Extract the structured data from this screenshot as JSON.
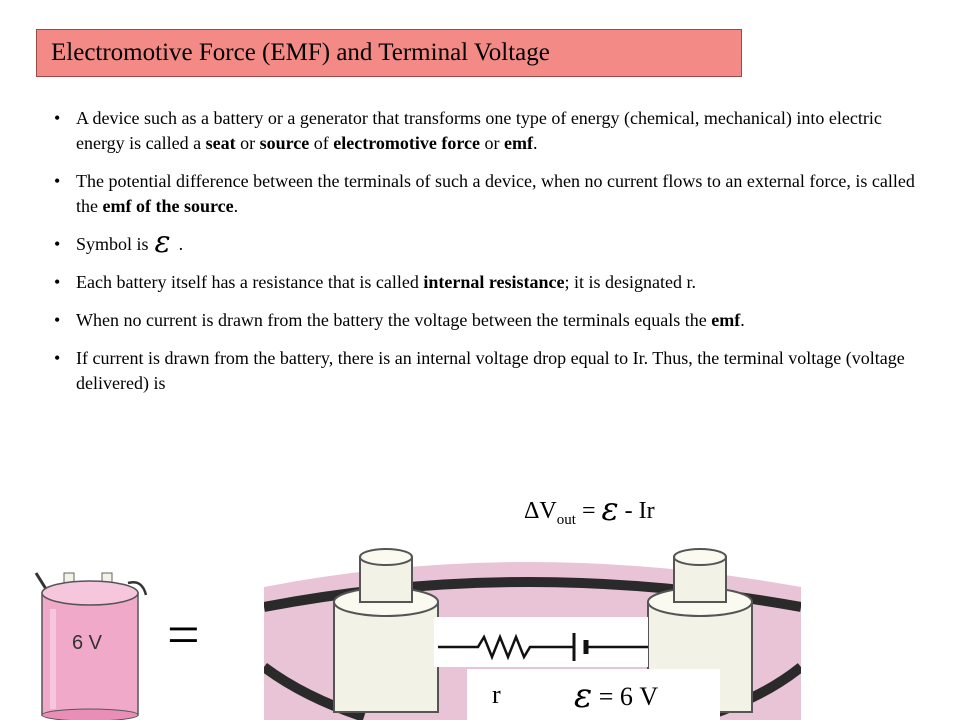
{
  "title": "Electromotive Force (EMF) and Terminal Voltage",
  "bullets": [
    {
      "p1": "A device such as a battery or a generator that transforms one type of energy (chemical, mechanical) into electric energy is called a ",
      "b1": "seat",
      "p2": " or ",
      "b2": "source",
      "p3": " of ",
      "b3": "electromotive force",
      "p4": " or ",
      "b4": "emf",
      "p5": "."
    },
    {
      "p1": "The potential difference between the terminals of such a device, when no current flows to an external force, is called the ",
      "b1": "emf of the source",
      "p2": "."
    },
    {
      "p1": "Symbol is",
      "symbol": "ε",
      "p2": "."
    },
    {
      "p1": "Each battery itself has a resistance that is called ",
      "b1": "internal resistance",
      "p2": ";  it is designated r."
    },
    {
      "p1": "When no current is drawn from the battery the voltage between the terminals equals the ",
      "b1": "emf",
      "p2": "."
    },
    {
      "p1": "If current is drawn from the battery, there is an internal voltage drop equal to Ir.  Thus, the terminal voltage (voltage delivered)  is"
    }
  ],
  "equation": {
    "lhs": "ΔV",
    "sub": "out",
    "eq": " = ",
    "eps": "ε",
    "rhs": " - Ir"
  },
  "figure": {
    "battery_label": "6 V",
    "equals": "=",
    "r_label": "r",
    "emf_symbol": "ε",
    "emf_value": " = 6 V"
  },
  "colors": {
    "title_fill": "#f38a86",
    "battery_fill": "#f0a9c8",
    "terminal_fill": "#f2f2e6"
  }
}
